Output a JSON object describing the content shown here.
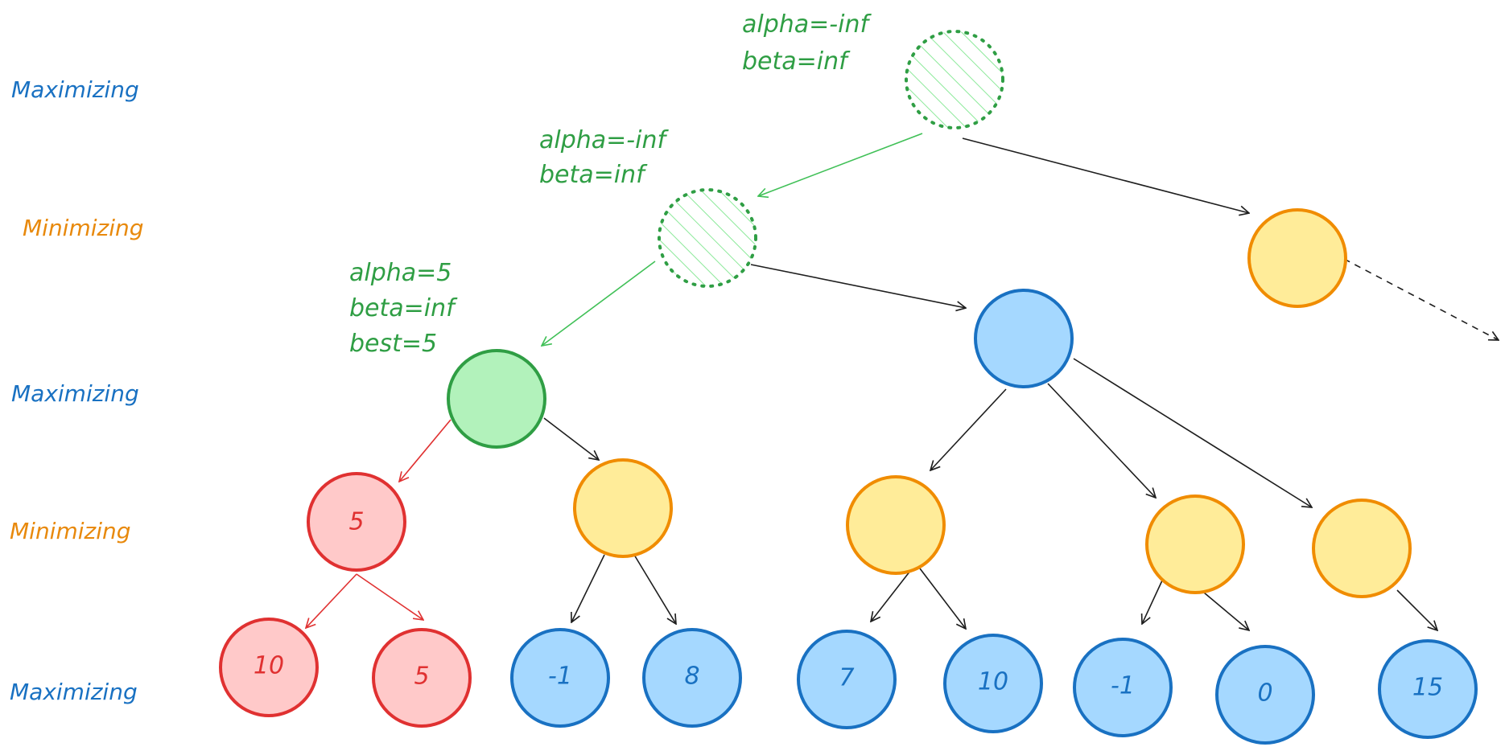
{
  "colors": {
    "max_label": "#1971c2",
    "min_label": "#e8890c",
    "green_text": "#2f9e44",
    "blue_fill": "#a5d8ff",
    "blue_stroke": "#1971c2",
    "yellow_fill": "#ffec99",
    "yellow_stroke": "#f08c00",
    "green_fill": "#b2f2bb",
    "green_stroke": "#2f9e44",
    "red_fill": "#ffc9c9",
    "red_stroke": "#e03131",
    "edge_black": "#1e1e1e",
    "edge_green": "#40c057",
    "edge_red": "#e03131"
  },
  "level_labels": [
    "Maximizing",
    "Minimizing",
    "Maximizing",
    "Minimizing",
    "Maximizing"
  ],
  "annotations": {
    "root": [
      "alpha=-inf",
      "beta=inf"
    ],
    "left_min": [
      "alpha=-inf",
      "beta=inf"
    ],
    "green_node": [
      "alpha=5",
      "beta=inf",
      "best=5"
    ]
  },
  "nodes": {
    "root": {
      "style": "hatched",
      "value": ""
    },
    "min_left": {
      "style": "hatched",
      "value": ""
    },
    "min_right": {
      "style": "yellow",
      "value": ""
    },
    "max_a": {
      "style": "green",
      "value": ""
    },
    "max_b": {
      "style": "blue",
      "value": ""
    },
    "min_a1": {
      "style": "red",
      "value": "5"
    },
    "min_a2": {
      "style": "yellow",
      "value": ""
    },
    "min_b1": {
      "style": "yellow",
      "value": ""
    },
    "min_b2": {
      "style": "yellow",
      "value": ""
    },
    "min_b3": {
      "style": "yellow",
      "value": ""
    },
    "leaf_1": {
      "style": "red",
      "value": "10"
    },
    "leaf_2": {
      "style": "red",
      "value": "5"
    },
    "leaf_3": {
      "style": "blue",
      "value": "-1"
    },
    "leaf_4": {
      "style": "blue",
      "value": "8"
    },
    "leaf_5": {
      "style": "blue",
      "value": "7"
    },
    "leaf_6": {
      "style": "blue",
      "value": "10"
    },
    "leaf_7": {
      "style": "blue",
      "value": "-1"
    },
    "leaf_8": {
      "style": "blue",
      "value": "0"
    },
    "leaf_9": {
      "style": "blue",
      "value": "15"
    }
  }
}
